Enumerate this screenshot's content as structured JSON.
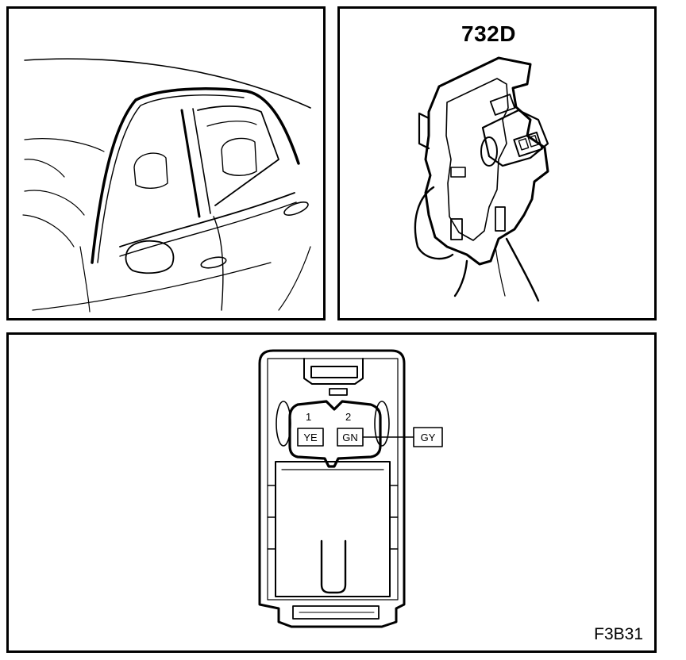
{
  "component_label": "732D",
  "figure_code": "F3B31",
  "connector": {
    "pins": [
      {
        "number": "1",
        "wire_color": "YE"
      },
      {
        "number": "2",
        "wire_color": "GN"
      }
    ],
    "external_wire": "GY"
  }
}
